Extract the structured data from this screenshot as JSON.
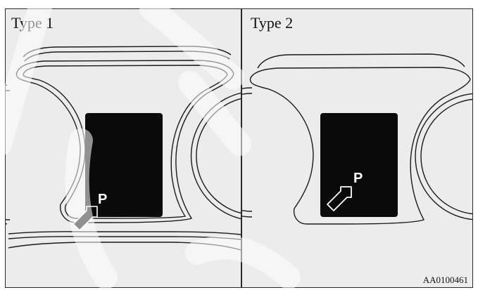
{
  "panels": [
    {
      "label": "Type 1",
      "indicator": "P",
      "arrow_style": "filled"
    },
    {
      "label": "Type 2",
      "indicator": "P",
      "arrow_style": "outline"
    }
  ],
  "figure_code": "AA0100461",
  "colors": {
    "background": "#ececec",
    "line": "#1a1a1a",
    "display": "#0a0a0a",
    "indicator": "#ffffff"
  },
  "icons": [
    "shift-position-arrow-icon",
    "park-indicator-icon"
  ]
}
